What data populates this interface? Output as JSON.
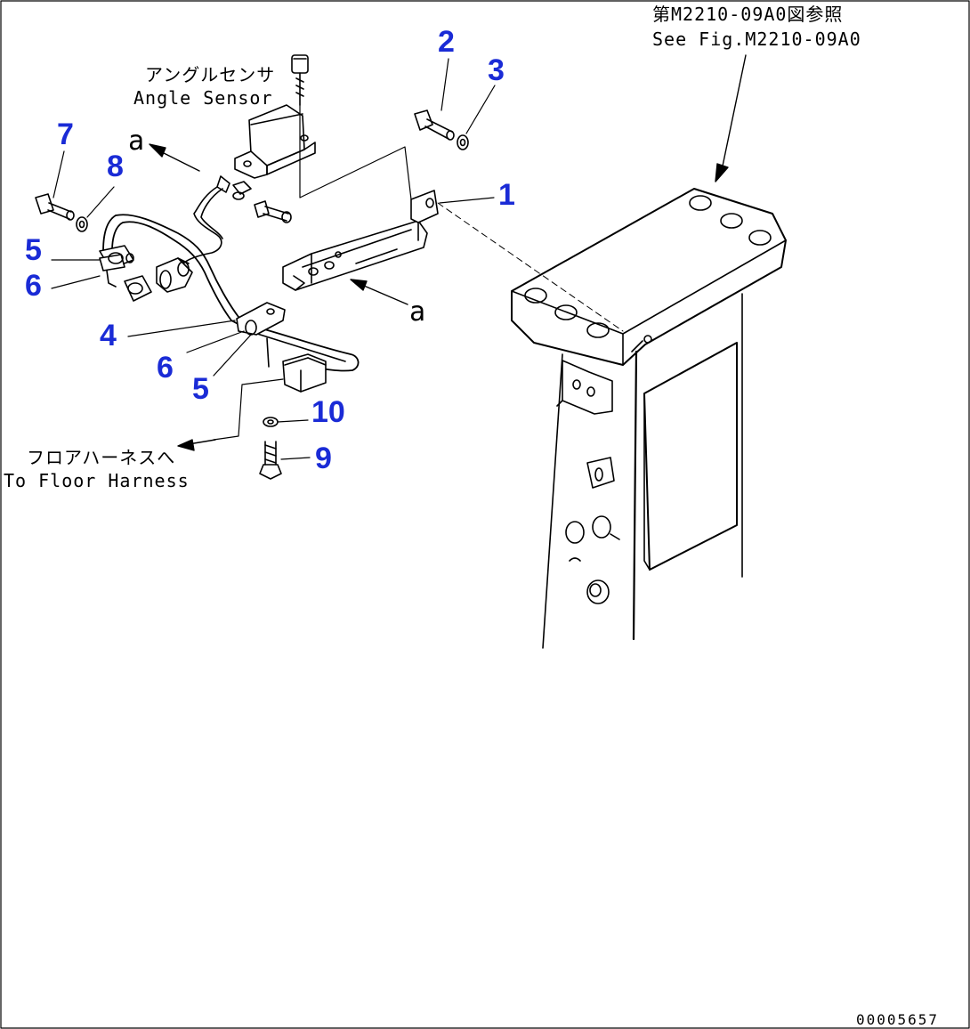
{
  "ref_note": {
    "jp": "第M2210-09A0図参照",
    "en": "See Fig.M2210-09A0"
  },
  "angle_sensor": {
    "jp": "アングルセンサ",
    "en": "Angle Sensor"
  },
  "floor_harness": {
    "jp": "フロアハーネスへ",
    "en": "To Floor Harness"
  },
  "view_marks": {
    "a_top": "a",
    "a_right": "a"
  },
  "callouts": {
    "n1": "1",
    "n2": "2",
    "n3": "3",
    "n4": "4",
    "n5_left": "5",
    "n6_left": "6",
    "n6_mid": "6",
    "n5_mid": "5",
    "n7": "7",
    "n8": "8",
    "n9": "9",
    "n10": "10"
  },
  "drawing_code": "00005657",
  "colors": {
    "callout": "#1a2bd6",
    "line": "#000000",
    "background": "#ffffff"
  }
}
